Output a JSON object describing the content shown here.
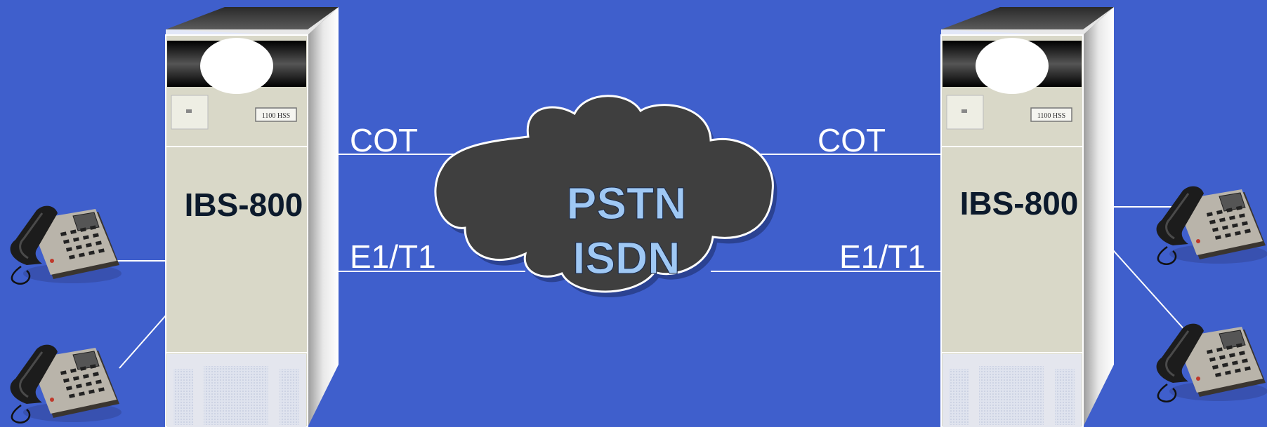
{
  "colors": {
    "background": "#3f5fcc",
    "cabinet": "#d9d8c8",
    "cloud": "#3f3f3f",
    "cloud_text": "#9fc8f4",
    "link_text": "#ffffff"
  },
  "left_system": {
    "model": "IBS-800",
    "tag": "1100 HSS"
  },
  "right_system": {
    "model": "IBS-800",
    "tag": "1100 HSS"
  },
  "network": {
    "line1": "PSTN",
    "line2": "ISDN"
  },
  "links": {
    "left_top": "COT",
    "left_bottom": "E1/T1",
    "right_top": "COT",
    "right_bottom": "E1/T1"
  },
  "icons": {
    "phone": "desk-phone-icon",
    "cabinet": "pbx-cabinet-icon",
    "cloud": "cloud-icon"
  }
}
